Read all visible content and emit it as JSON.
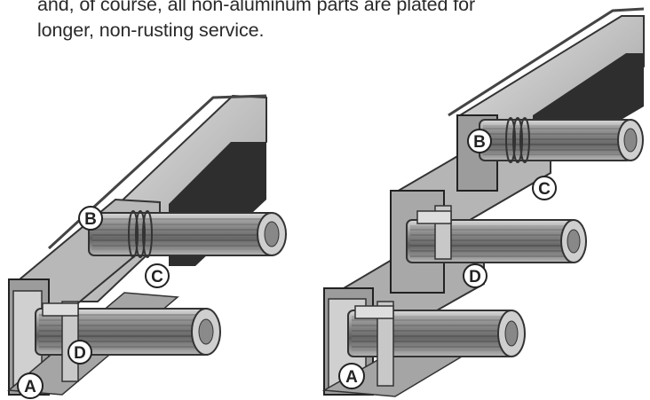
{
  "caption": {
    "line1": "and, of course, all non-aluminum parts are plated for",
    "line2": "longer, non-rusting service."
  },
  "figure_left": {
    "callouts": {
      "a": "A",
      "b": "B",
      "c": "C",
      "d": "D"
    }
  },
  "figure_right": {
    "callouts": {
      "a": "A",
      "b": "B",
      "c": "C",
      "d": "D"
    }
  }
}
